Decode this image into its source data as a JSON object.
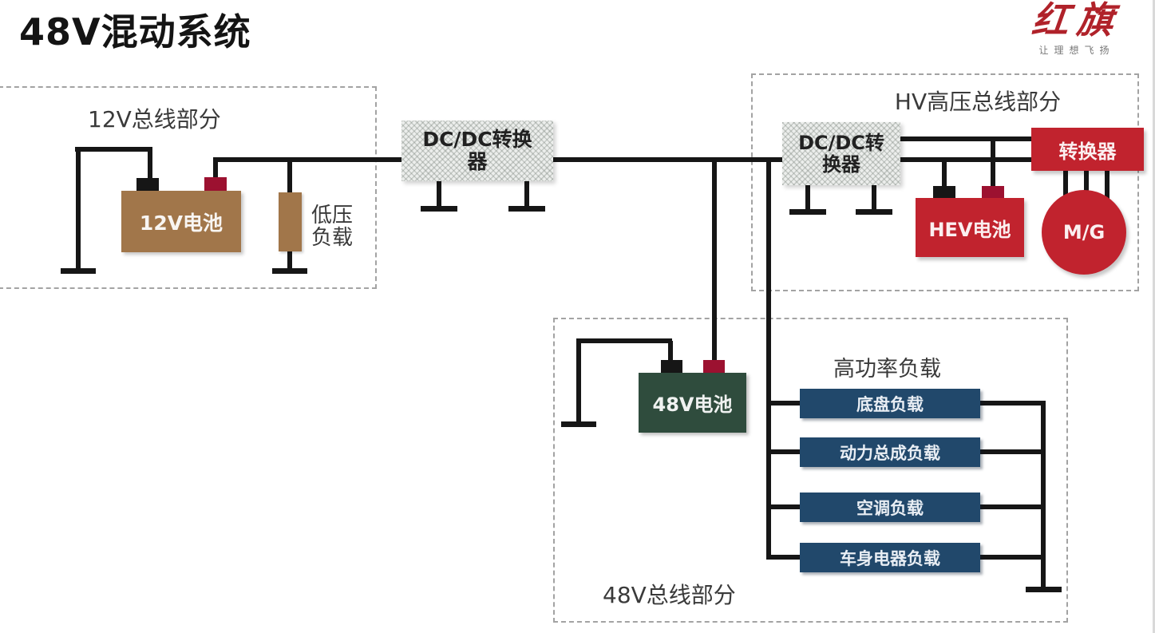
{
  "title": "48V混动系统",
  "logo": {
    "brand": "红旗",
    "slogan": "让理想飞扬"
  },
  "sections": {
    "bus12": "12V总线部分",
    "hv": "HV高压总线部分",
    "bus48": "48V总线部分"
  },
  "components": {
    "battery_12v": {
      "label": "12V电池"
    },
    "lv_load": {
      "line1": "低压",
      "line2": "负载"
    },
    "dcdc_mid": {
      "line1": "DC/DC转换",
      "line2": "器"
    },
    "dcdc_hv": {
      "line1": "DC/DC转",
      "line2": "换器"
    },
    "hev_battery": {
      "label": "HEV电池"
    },
    "converter": {
      "label": "转换器"
    },
    "mg": {
      "label": "M/G"
    },
    "battery_48v": {
      "label": "48V电池"
    }
  },
  "loads": {
    "title": "高功率负载",
    "items": [
      "底盘负载",
      "动力总成负载",
      "空调负载",
      "车身电器负载"
    ]
  },
  "colors": {
    "red": "#c1232e",
    "brown": "#a1764a",
    "green": "#2f4c3d",
    "navy": "#21486b",
    "ink": "#161616",
    "crimson": "#9c1130",
    "gray_border": "#a3a3a3",
    "label": "#3a3a3a"
  }
}
